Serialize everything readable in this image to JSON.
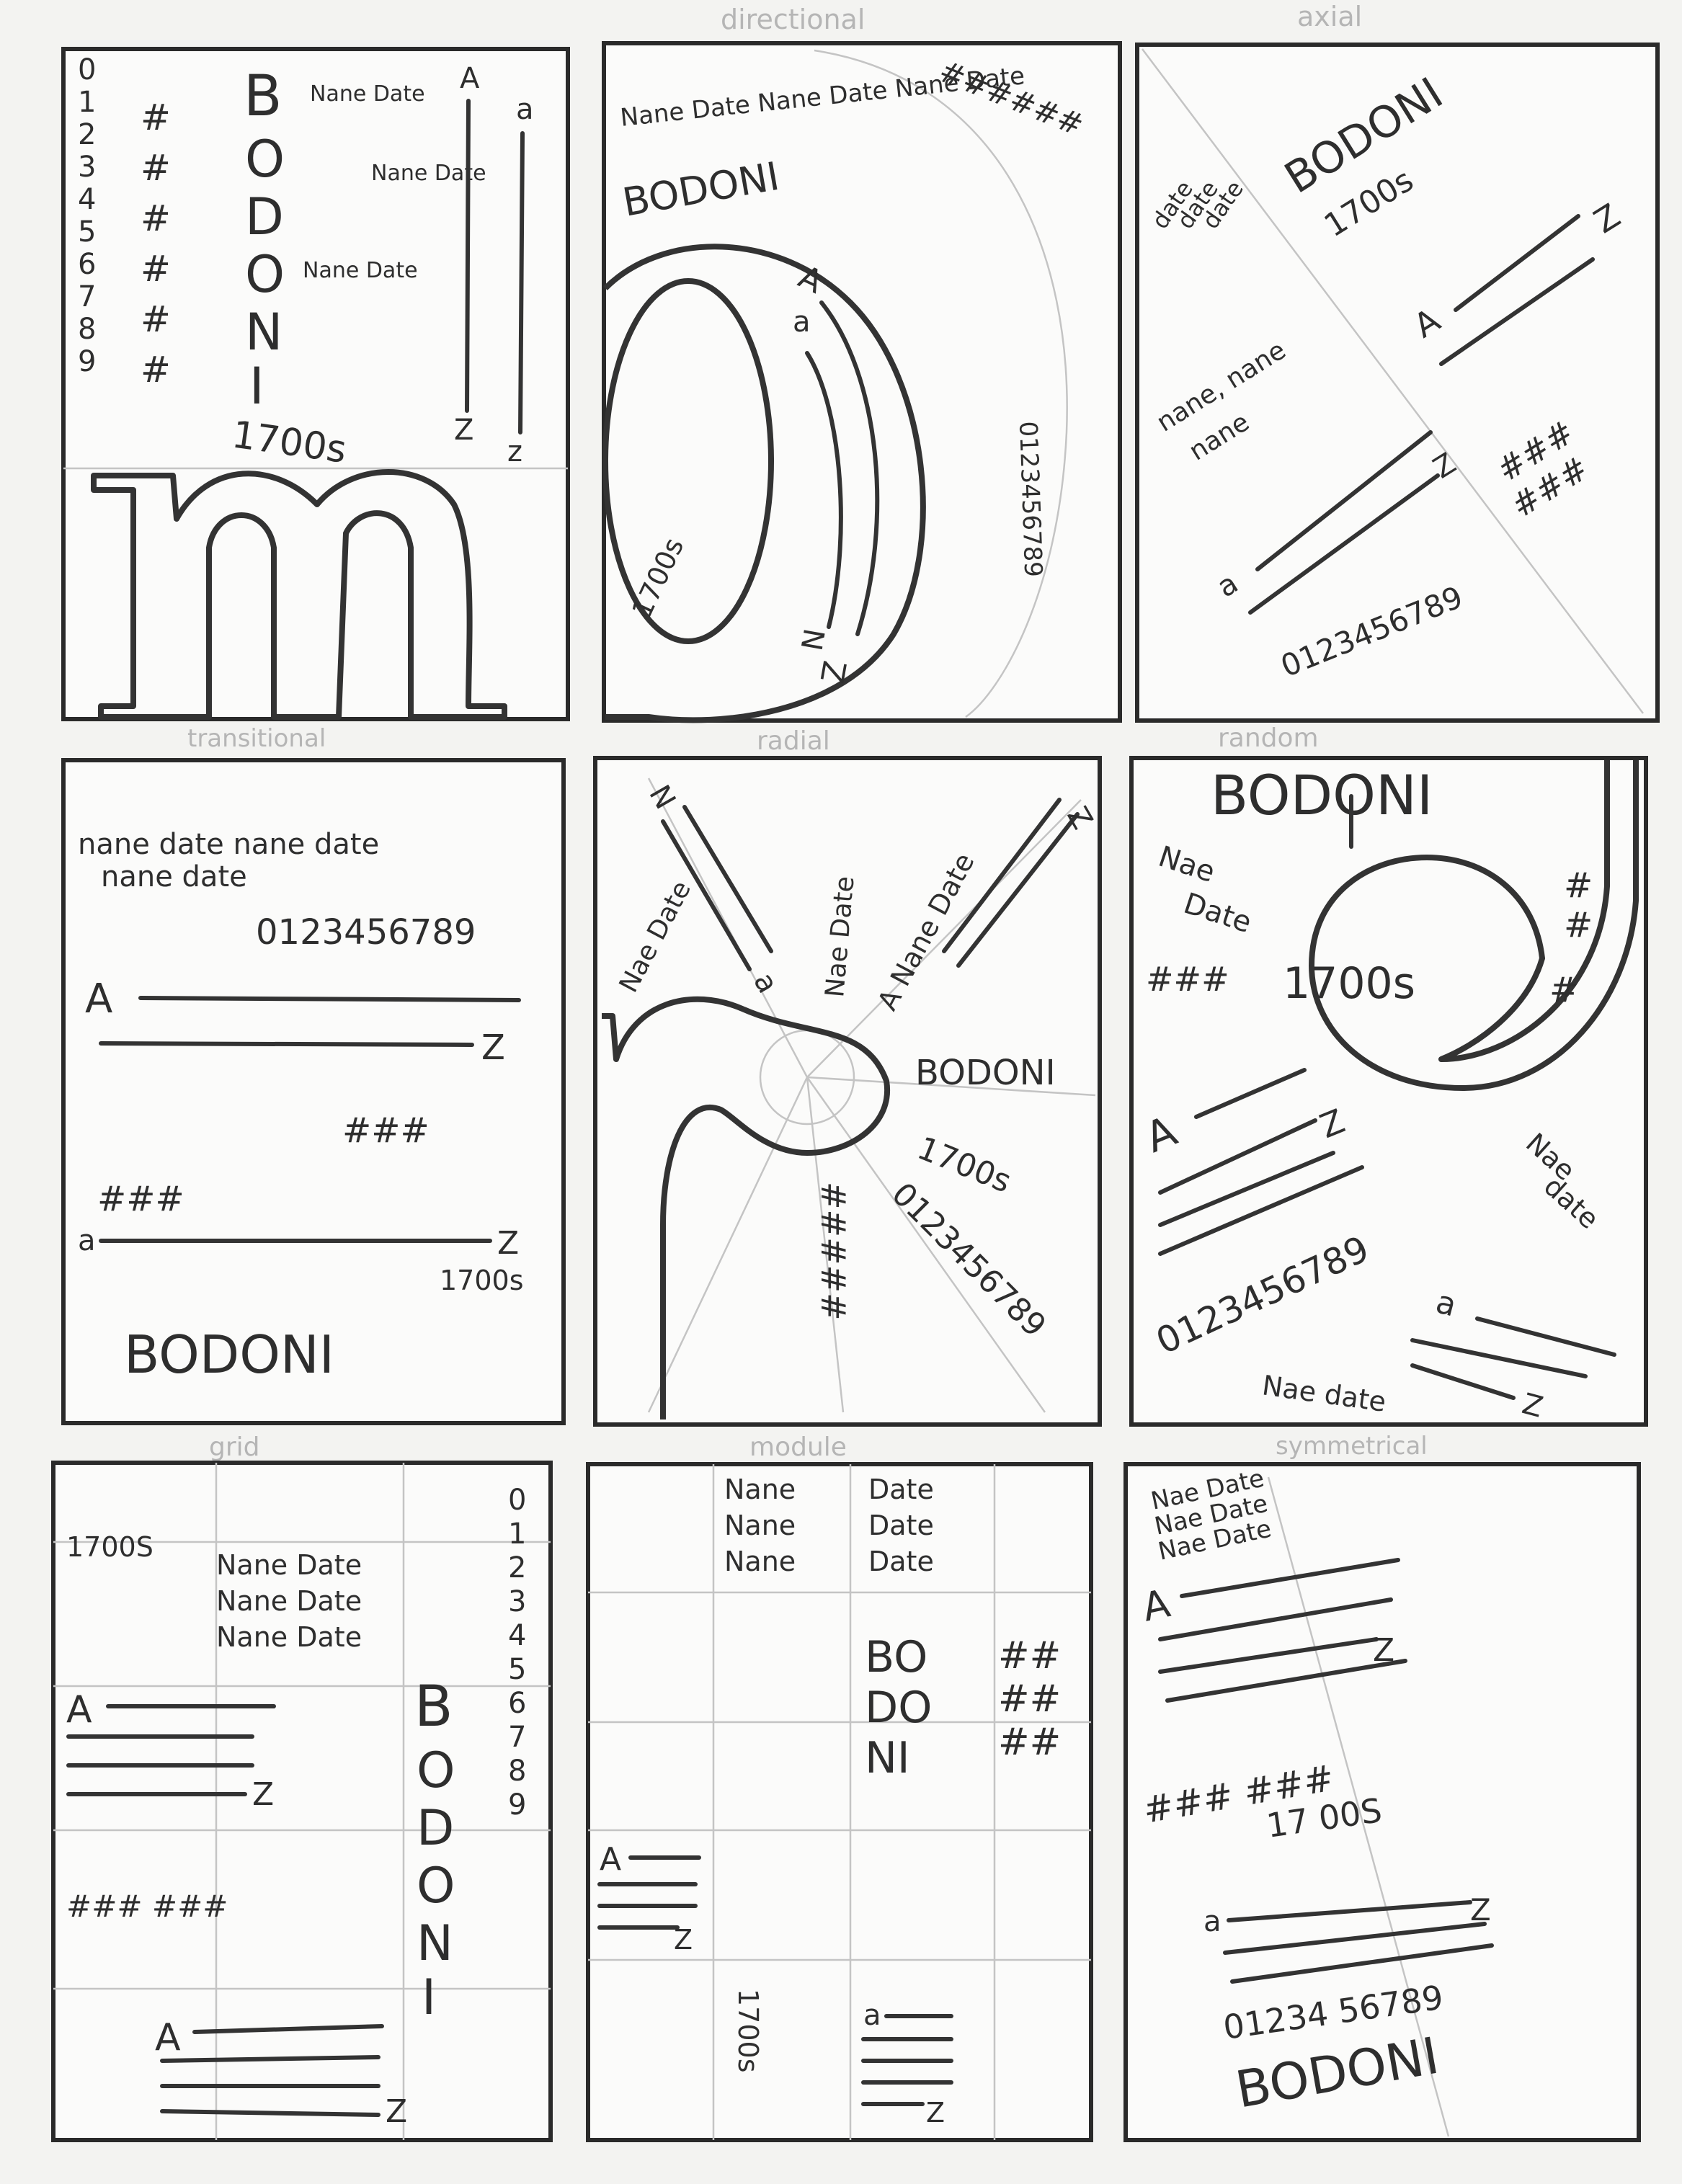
{
  "colors": {
    "paper": "#f3f3f1",
    "ink": "#2e2e2e",
    "pencil": "#b5b5b5"
  },
  "panels": [
    {
      "caption": "",
      "numbers_col": [
        "0",
        "1",
        "2",
        "3",
        "4",
        "5",
        "6",
        "7",
        "8",
        "9"
      ],
      "hash": "#",
      "title_letters": [
        "B",
        "O",
        "D",
        "O",
        "N",
        "I"
      ],
      "name_date": "Nane Date",
      "year": "1700s",
      "A": "A",
      "Z": "Z",
      "a": "a",
      "z": "z",
      "glyph": "m"
    },
    {
      "caption": "directional",
      "hash_arc": "######",
      "name_date_arc": "Nane Date Nane Date Nane Date",
      "title": "BODONI",
      "A": "A",
      "a": "a",
      "Z": "Z",
      "N": "N",
      "year": "1700s",
      "digits": "0123456789"
    },
    {
      "caption": "axial",
      "date_stack": [
        "date",
        "date",
        "date"
      ],
      "title": "BODONI",
      "year": "1700s",
      "A": "A",
      "Z": "Z",
      "name_stack": [
        "nane, nane",
        "nane"
      ],
      "hash": "###",
      "a": "a",
      "z": "Z",
      "digits": "0123456789"
    },
    {
      "caption": "transitional",
      "name_line1": "nane date nane date",
      "name_line2": "nane date",
      "digits": "0123456789",
      "A": "A",
      "Z": "Z",
      "hash1": "###",
      "hash2": "###",
      "a": "a",
      "z": "Z",
      "year": "1700s",
      "title": "BODONI"
    },
    {
      "caption": "radial",
      "N": "N",
      "a": "a",
      "nane_date": "Nae Date",
      "nane_date2": "Nae Date",
      "nane_date3": "A Nane Date",
      "Z": "Z",
      "title": "BODONI",
      "year": "1700s",
      "digits": "0123456789",
      "hash_col": "#####"
    },
    {
      "caption": "random",
      "title": "BODONI",
      "name_date": [
        "Nae",
        "Date"
      ],
      "hash_left": "###",
      "year": "1700s",
      "hash_right": [
        "#",
        "#",
        "#"
      ],
      "A": "A",
      "Z": "Z",
      "name_date2": [
        "Nae",
        "date"
      ],
      "digits": "0123456789",
      "a": "a",
      "z": "Z",
      "name_date3": "Nae date"
    },
    {
      "caption": "grid",
      "year": "1700S",
      "name_rows": [
        "Nane Date",
        "Nane Date",
        "Nane Date"
      ],
      "digits_col": [
        "0",
        "1",
        "2",
        "3",
        "4",
        "5",
        "6",
        "7",
        "8",
        "9"
      ],
      "title_letters": [
        "B",
        "O",
        "D",
        "O",
        "N",
        "I"
      ],
      "A": "A",
      "Z": "Z",
      "hash": "### ###",
      "A2": "A",
      "Z2": "Z"
    },
    {
      "caption": "module",
      "names": [
        "Nane",
        "Nane",
        "Nane"
      ],
      "dates": [
        "Date",
        "Date",
        "Date"
      ],
      "title_rows": [
        "BO",
        "DO",
        "NI"
      ],
      "hash_rows": [
        "##",
        "##",
        "##"
      ],
      "A": "A",
      "Z": "Z",
      "year_vertical": "1700s",
      "a": "a",
      "z": "Z"
    },
    {
      "caption": "symmetrical",
      "name_rows": [
        "Nae Date",
        "Nae Date",
        "Nae Date"
      ],
      "A": "A",
      "Z": "Z",
      "hash": "### ###",
      "year": "17 00S",
      "a": "a",
      "z": "Z",
      "digits": "01234 56789",
      "title": "BODONI"
    }
  ]
}
